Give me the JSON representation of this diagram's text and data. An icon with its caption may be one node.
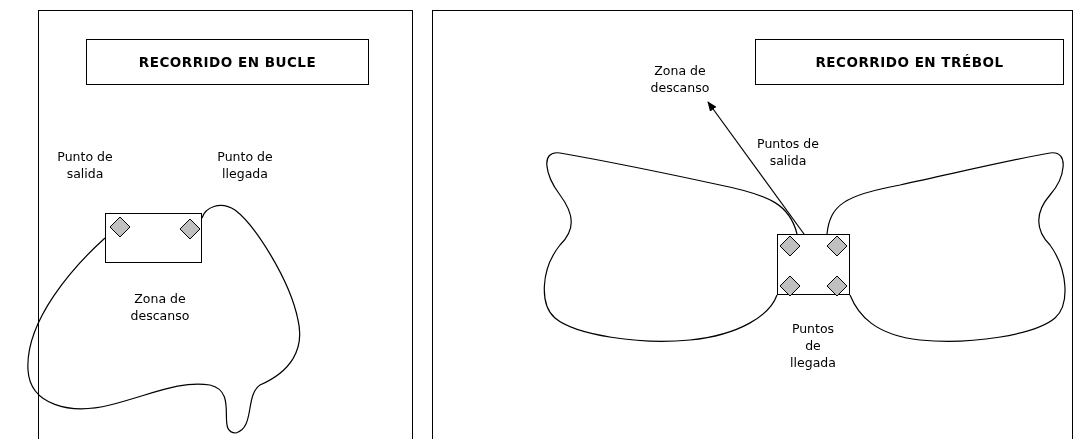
{
  "diagram": {
    "nodes": [
      {
        "text": [
          "RECORRIDO EN BUCLE"
        ]
      },
      {
        "text": [],
        "shape": "box"
      },
      {
        "text": [],
        "shape": "diamond",
        "in": 1
      },
      {
        "text": [],
        "shape": "diamond",
        "in": 1
      },
      {
        "text": [
          "RECORRIDO EN TRÉBOL"
        ]
      },
      {
        "text": [
          "Zona de descanso"
        ]
      },
      {
        "text": [],
        "shape": "box"
      },
      {
        "text": [],
        "shape": "diamond",
        "in": 6
      },
      {
        "text": [],
        "shape": "diamond",
        "in": 6
      },
      {
        "text": [],
        "shape": "diamond",
        "in": 6
      },
      {
        "text": [],
        "shape": "diamond",
        "in": 6
      }
    ],
    "edges": [
      {
        "from": 6,
        "to": 5,
        "arrow": "to"
      }
    ],
    "labels": [
      "Punto de salida",
      "Punto de llegada",
      "Zona de descanso",
      "Puntos de salida",
      "Puntos de llegada"
    ]
  }
}
